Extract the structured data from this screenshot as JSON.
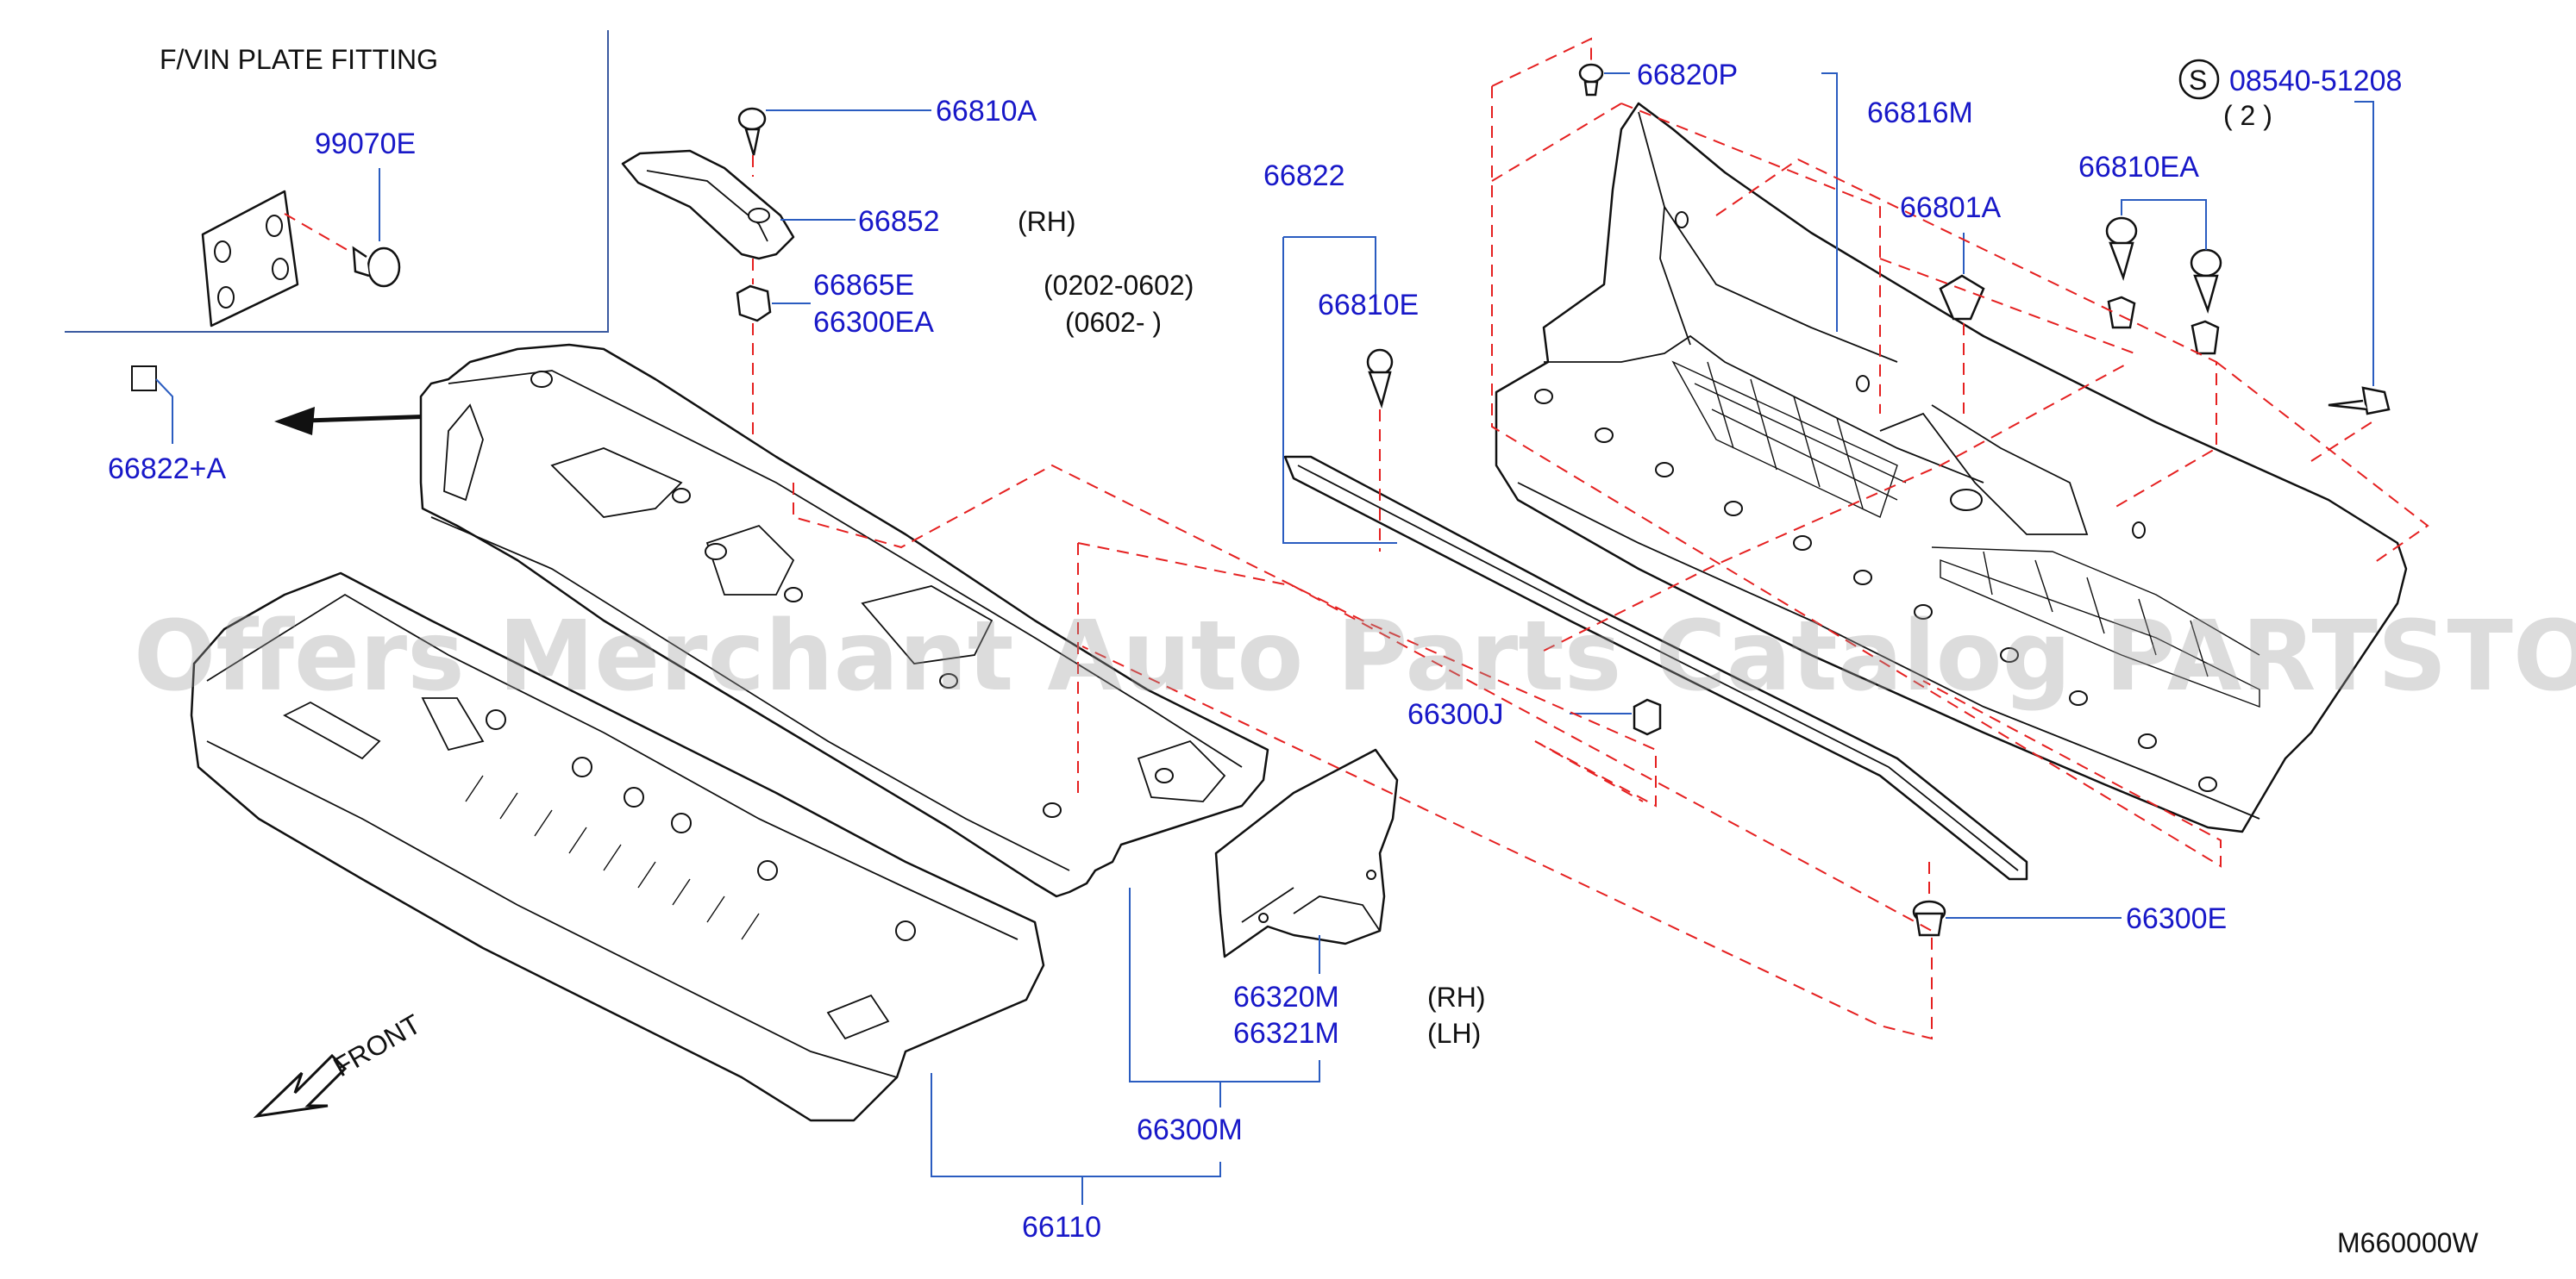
{
  "inset": {
    "title": "F/VIN  PLATE  FITTING",
    "part": "99070E"
  },
  "legend": {
    "part": "66822+A"
  },
  "parts": {
    "p66810A": "66810A",
    "p66852": "66852",
    "p66852_note": "(RH)",
    "p66865E": "66865E",
    "p66865E_note": "(0202-0602)",
    "p66300EA": "66300EA",
    "p66300EA_note": "(0602-       )",
    "p66822": "66822",
    "p66810E": "66810E",
    "p66300J": "66300J",
    "p66820P": "66820P",
    "p66816M": "66816M",
    "p08540": "08540-51208",
    "p08540_s": "S",
    "p08540_qty": "(  2  )",
    "p66810EA": "66810EA",
    "p66801A": "66801A",
    "p66300E": "66300E",
    "p66320M": "66320M",
    "p66320M_note": "(RH)",
    "p66321M": "66321M",
    "p66321M_note": "(LH)",
    "p66300M": "66300M",
    "p66110": "66110"
  },
  "front_label": "FRONT",
  "diagram_code": "M660000W",
  "watermark": "Offers Merchant Auto Parts Catalog PARTSTORE.SA",
  "colors": {
    "label": "#1818c8",
    "leader": "#2a5cc0",
    "dash": "#e52020",
    "line": "#111111"
  }
}
